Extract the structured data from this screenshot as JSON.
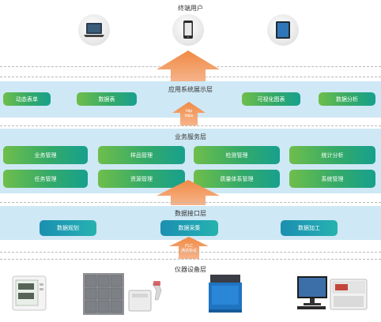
{
  "layers": {
    "users": {
      "title": "终端用户"
    },
    "app": {
      "title": "应用系统展示层",
      "items": [
        "动态表单",
        "数据表",
        "可视化图表",
        "数据分析"
      ]
    },
    "arrow1": {
      "line1": "http",
      "line2": "https"
    },
    "business": {
      "title": "业务服务层",
      "row1": [
        "业务管理",
        "样品管理",
        "检测管理",
        "统计分析"
      ],
      "row2": [
        "任务管理",
        "资源管理",
        "质量体系管理",
        "系统管理"
      ]
    },
    "interface": {
      "title": "数据接口层",
      "items": [
        "数据规划",
        "数据采集",
        "数据加工"
      ]
    },
    "arrow3": {
      "line1": "PLC",
      "line2": "通讯协议"
    },
    "devices": {
      "title": "仪器设备层"
    }
  },
  "colors": {
    "band": "#cfe8f5",
    "arrow": "#f07c3a",
    "greenPill": "#3aa860",
    "bluePill": "#1e9ab1"
  },
  "icons": [
    "laptop-icon",
    "tablet-icon",
    "ipad-icon",
    "thermometer-display",
    "cabinet",
    "label-printer",
    "lab-machine",
    "computer-instrument"
  ]
}
